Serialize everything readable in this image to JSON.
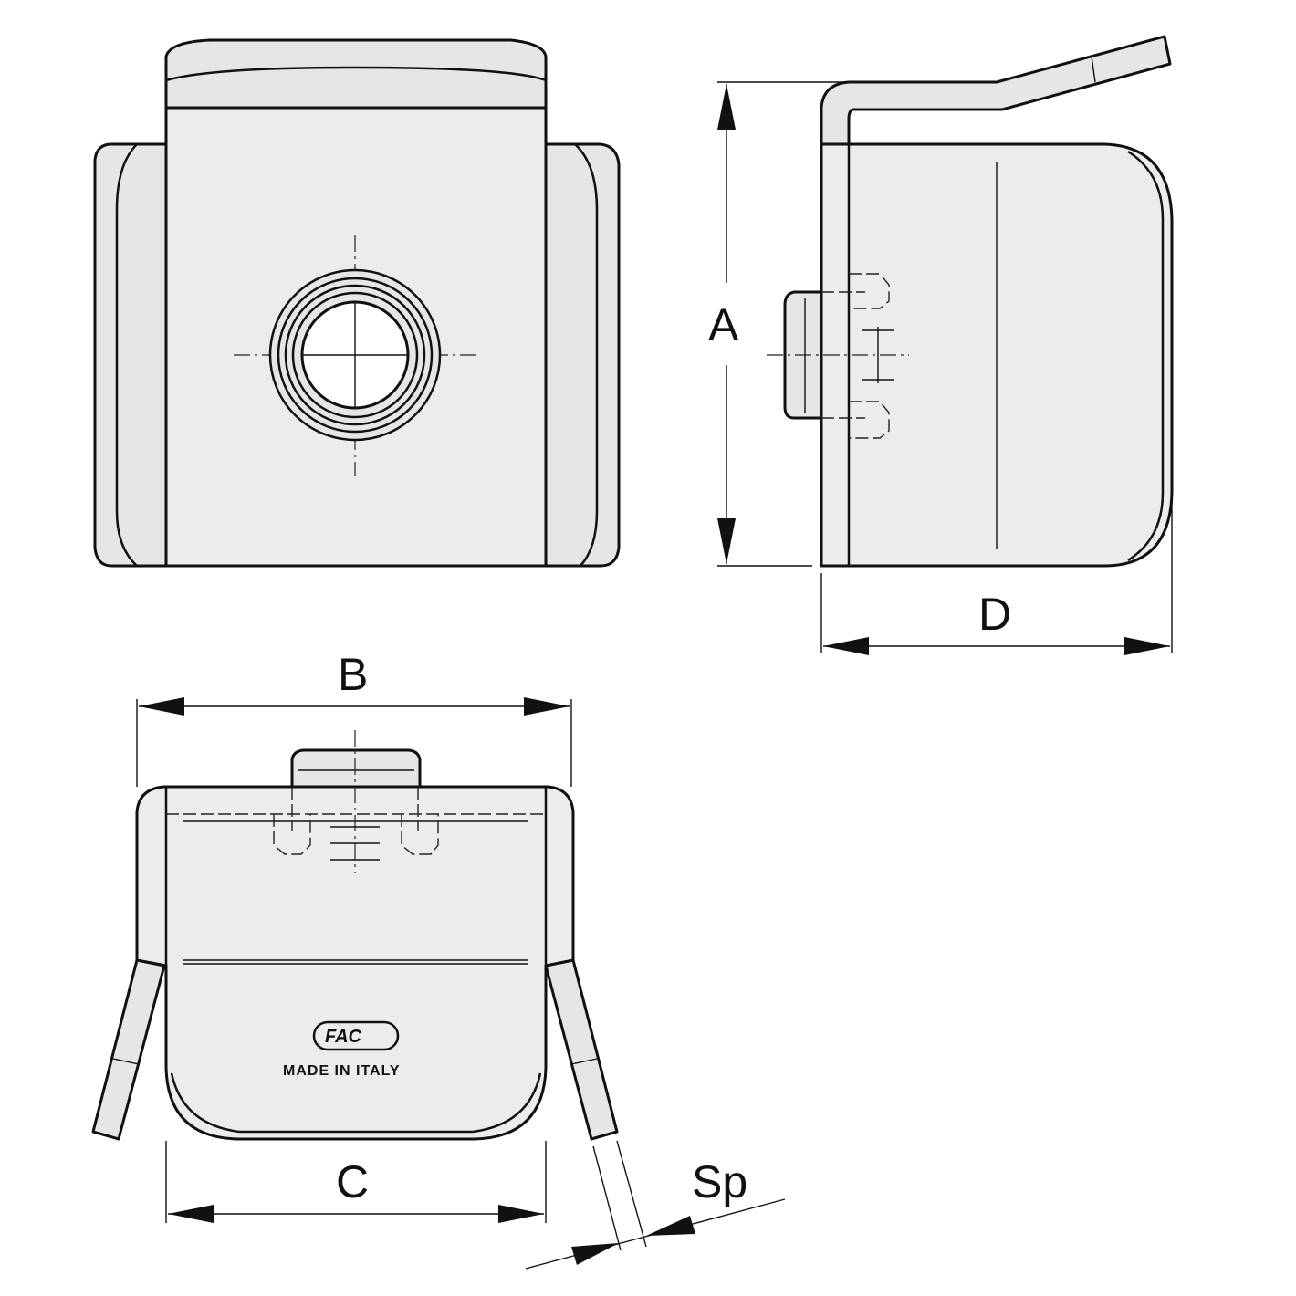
{
  "dimensions": {
    "a": "A",
    "b": "B",
    "c": "C",
    "d": "D",
    "sp": "Sp"
  },
  "marking": {
    "logo": "FAC",
    "origin": "MADE IN ITALY"
  },
  "colors": {
    "line": "#111111",
    "fill": "#e6e6e6",
    "background": "#ffffff"
  }
}
